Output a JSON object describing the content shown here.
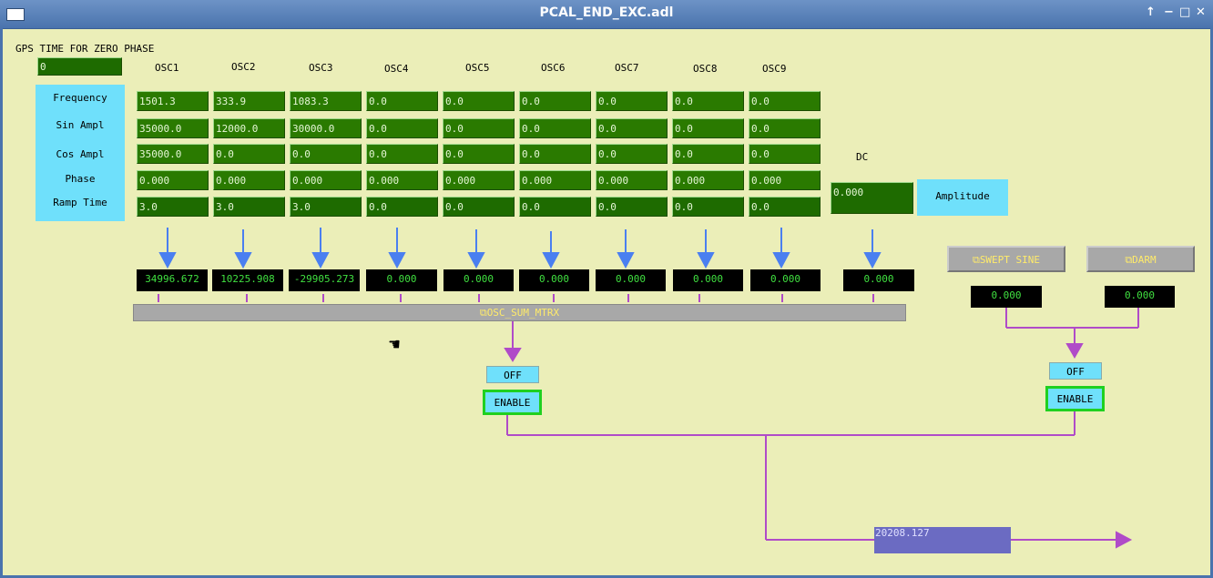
{
  "window": {
    "title": "PCAL_END_EXC.adl",
    "buttons": [
      "↑",
      "−",
      "□",
      "✕"
    ]
  },
  "gps": {
    "label": "GPS TIME FOR ZERO PHASE",
    "value": "0"
  },
  "oscillators": [
    "OSC1",
    "OSC2",
    "OSC3",
    "OSC4",
    "OSC5",
    "OSC6",
    "OSC7",
    "OSC8",
    "OSC9"
  ],
  "row_labels": [
    "Frequency",
    "Sin Ampl",
    "Cos Ampl",
    "Phase",
    "Ramp Time"
  ],
  "rows": {
    "frequency": [
      "1501.3",
      "333.9",
      "1083.3",
      "0.0",
      "0.0",
      "0.0",
      "0.0",
      "0.0",
      "0.0"
    ],
    "sin_ampl": [
      "35000.0",
      "12000.0",
      "30000.0",
      "0.0",
      "0.0",
      "0.0",
      "0.0",
      "0.0",
      "0.0"
    ],
    "cos_ampl": [
      "35000.0",
      "0.0",
      "0.0",
      "0.0",
      "0.0",
      "0.0",
      "0.0",
      "0.0",
      "0.0"
    ],
    "phase": [
      "0.000",
      "0.000",
      "0.000",
      "0.000",
      "0.000",
      "0.000",
      "0.000",
      "0.000",
      "0.000"
    ],
    "ramp_time": [
      "3.0",
      "3.0",
      "3.0",
      "0.0",
      "0.0",
      "0.0",
      "0.0",
      "0.0",
      "0.0"
    ]
  },
  "dc": {
    "label": "DC",
    "value": "0.000",
    "amplitude_label": "Amplitude",
    "readback": "0.000"
  },
  "readbacks": [
    "34996.672",
    "10225.908",
    "-29905.273",
    "0.000",
    "0.000",
    "0.000",
    "0.000",
    "0.000",
    "0.000"
  ],
  "sum_matrix": {
    "label": "OSC_SUM_MTRX"
  },
  "osc_switch": {
    "off": "OFF",
    "enable": "ENABLE"
  },
  "swept_sine": {
    "label": "SWEPT SINE",
    "value": "0.000"
  },
  "darm": {
    "label": "DARM",
    "value": "0.000"
  },
  "right_switch": {
    "off": "OFF",
    "enable": "ENABLE"
  },
  "output": {
    "value": "20208.127"
  },
  "colors": {
    "background": "#ebeeb8",
    "input_green": "#2a7a00",
    "cyan": "#6fe0fb",
    "arrow_blue": "#4a7ff0",
    "line_purple": "#b04bc8",
    "output_blue": "#6b6bc2"
  }
}
